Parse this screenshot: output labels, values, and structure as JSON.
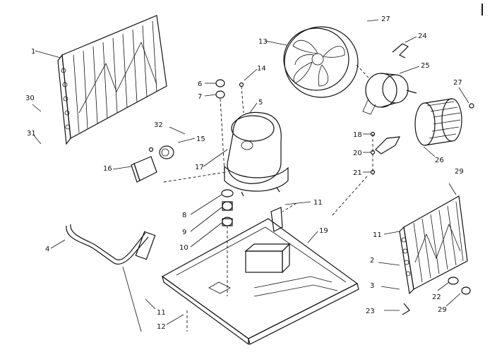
{
  "corner_mark": "l",
  "callouts": {
    "c1": "1",
    "c30": "30",
    "c31": "31",
    "c4": "4",
    "c13": "13",
    "c27a": "27",
    "c24": "24",
    "c25": "25",
    "c27b": "27",
    "c26": "26",
    "c6": "6",
    "c7": "7",
    "c14": "14",
    "c5": "5",
    "c32": "32",
    "c15": "15",
    "c16": "16",
    "c17": "17",
    "c18": "18",
    "c20": "20",
    "c21": "21",
    "c8": "8",
    "c9": "9",
    "c10": "10",
    "c11a": "11",
    "c19": "19",
    "c11b": "11",
    "c12": "12",
    "c29a": "29",
    "c11c": "11",
    "c2": "2",
    "c3": "3",
    "c22": "22",
    "c23": "23",
    "c29b": "29"
  }
}
